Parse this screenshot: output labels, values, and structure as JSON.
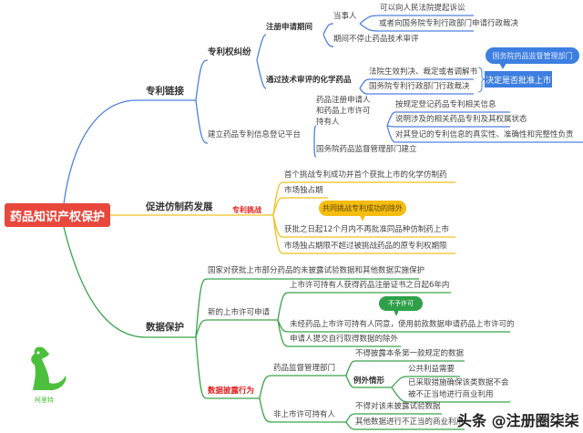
{
  "root": "药品知识产权保护",
  "patent_link": {
    "title": "专利链接",
    "dispute": {
      "title": "专利权纠纷",
      "registration_period": {
        "title": "注册申请期间",
        "party": "当事人",
        "party_options": [
          "可以向人民法院提起诉讼",
          "或者向国务院专利行政部门申请行政裁决"
        ],
        "note": "期间不停止药品技术审评"
      },
      "approved_chem": {
        "title": "通过技术审评的化学药品",
        "items": [
          "法院生效判决、裁定或者调解书",
          "国务院专利行政部门行政裁决"
        ],
        "callout": "国务院药品监督管理部门",
        "decision": "决定是否批准上市"
      }
    },
    "platform": {
      "title": "建立药品专利信息登记平台",
      "holder": "药品注册申请人和药品上市许可持有人",
      "holder_lines": [
        "药品注册申请人",
        "和药品上市许可",
        "持有人"
      ],
      "duties": [
        "按规定登记药品专利相关信息",
        "说明涉及的相关药品专利及其权属状态",
        "对其登记的专利信息的真实性、准确性和完整性负责"
      ],
      "builder": "国务院药品监督管理部门建立"
    }
  },
  "generic": {
    "title": "促进仿制药发展",
    "challenge": "专利挑战",
    "items": [
      "首个挑战专利成功并首个获批上市的化学仿制药",
      "市场独占期",
      "获批之日起12个月内不再批准同品种仿制药上市",
      "市场独占期限不超过被挑战药品的原专利权期限"
    ],
    "callout": "共同挑战专利成功的除外"
  },
  "data_protection": {
    "title": "数据保护",
    "state": "国家对获批上市部分药品的未披露试验数据和其他数据实施保护",
    "new_app": {
      "title": "新的上市许可申请",
      "items": [
        "上市许可持有人获得药品注册证书之日起6年内",
        "未经药品上市许可持有人同意，使用前款数据申请药品上市许可的",
        "申请人提交自行取得数据的除外"
      ],
      "callout": "不予许可"
    },
    "disclosure": {
      "title": "数据披露行为",
      "regulator": {
        "title": "药品监督管理部门",
        "rule": "不得披露本条第一款规定的数据",
        "exception": "例外情形",
        "exceptions": [
          "公共利益需要",
          "已采取措施确保该类数据不会",
          "被不正当地进行商业利用"
        ]
      },
      "non_holder": {
        "title": "非上市许可持有人",
        "items": [
          "不得对该未披露试验数据",
          "其他数据进行不正当的商业利用"
        ]
      }
    }
  },
  "logo": "柯里特",
  "watermark": "头条 @注册圈柒柒",
  "colors": {
    "root": "#e8473c",
    "blue": "#4f80e0",
    "yellow": "#f0c020",
    "green": "#3aa34a"
  }
}
